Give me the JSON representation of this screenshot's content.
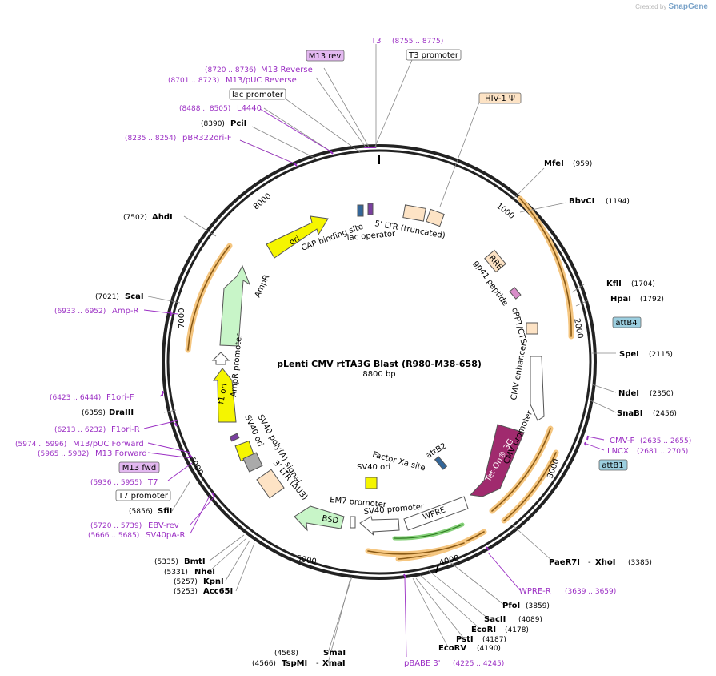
{
  "credit": {
    "prefix": "Created by",
    "brand": "SnapGene"
  },
  "plasmid": {
    "name": "pLenti CMV rtTA3G Blast (R980-M38-658)",
    "size": "8800 bp"
  },
  "ticks": [
    "1000",
    "2000",
    "3000",
    "4000",
    "5000",
    "6000",
    "7000",
    "8000"
  ],
  "colors": {
    "primer": "#9b2fc4",
    "ring": "#333333",
    "highlight": "#f5c680"
  },
  "sites_right": [
    {
      "name": "MfeI",
      "pos": "(959)"
    },
    {
      "name": "BbvCI",
      "pos": "(1194)"
    },
    {
      "name": "KflI",
      "pos": "(1704)"
    },
    {
      "name": "HpaI",
      "pos": "(1792)"
    },
    {
      "name": "SpeI",
      "pos": "(2115)"
    },
    {
      "name": "NdeI",
      "pos": "(2350)"
    },
    {
      "name": "SnaBI",
      "pos": "(2456)"
    },
    {
      "name": "PaeR7I",
      "sep": "-",
      "name2": "XhoI",
      "pos": "(3385)"
    }
  ],
  "sites_bottom": [
    {
      "name": "PfoI",
      "pos": "(3859)"
    },
    {
      "name": "SacII",
      "pos": "(4089)"
    },
    {
      "name": "EcoRI",
      "pos": "(4178)"
    },
    {
      "name": "PstI",
      "pos": "(4187)"
    },
    {
      "name": "EcoRV",
      "pos": "(4190)"
    },
    {
      "name": "SmaI",
      "pos": "(4568)"
    },
    {
      "name": "TspMI",
      "sep": "-",
      "name2": "XmaI",
      "pos": "(4566)"
    }
  ],
  "sites_left": [
    {
      "name": "PciI",
      "pos": "(8390)"
    },
    {
      "name": "AhdI",
      "pos": "(7502)"
    },
    {
      "name": "ScaI",
      "pos": "(7021)"
    },
    {
      "name": "DraIII",
      "pos": "(6359)"
    },
    {
      "name": "SfiI",
      "pos": "(5856)"
    },
    {
      "name": "BmtI",
      "pos": "(5335)"
    },
    {
      "name": "NheI",
      "pos": "(5331)"
    },
    {
      "name": "KpnI",
      "pos": "(5257)"
    },
    {
      "name": "Acc65I",
      "pos": "(5253)"
    }
  ],
  "primers": [
    {
      "name": "T3",
      "range": "(8755 .. 8775)"
    },
    {
      "name": "M13 Reverse",
      "range": "(8720 .. 8736)"
    },
    {
      "name": "M13/pUC Reverse",
      "range": "(8701 .. 8723)"
    },
    {
      "name": "L4440",
      "range": "(8488 .. 8505)"
    },
    {
      "name": "pBR322ori-F",
      "range": "(8235 .. 8254)"
    },
    {
      "name": "Amp-R",
      "range": "(6933 .. 6952)"
    },
    {
      "name": "F1ori-F",
      "range": "(6423 .. 6444)"
    },
    {
      "name": "F1ori-R",
      "range": "(6213 .. 6232)"
    },
    {
      "name": "M13/pUC Forward",
      "range": "(5974 .. 5996)"
    },
    {
      "name": "M13 Forward",
      "range": "(5965 .. 5982)"
    },
    {
      "name": "T7",
      "range": "(5936 .. 5955)"
    },
    {
      "name": "EBV-rev",
      "range": "(5720 .. 5739)"
    },
    {
      "name": "SV40pA-R",
      "range": "(5666 .. 5685)"
    },
    {
      "name": "CMV-F",
      "range": "(2635 .. 2655)"
    },
    {
      "name": "LNCX",
      "range": "(2681 .. 2705)"
    },
    {
      "name": "WPRE-R",
      "range": "(3639 .. 3659)"
    },
    {
      "name": "pBABE 3'",
      "range": "(4225 .. 4245)"
    }
  ],
  "boxed": {
    "m13_rev": "M13 rev",
    "t3_promoter": "T3 promoter",
    "lac_promoter": "lac promoter",
    "hiv1_psi": "HIV-1 Ψ",
    "attb4": "attB4",
    "attb1": "attB1",
    "m13_fwd": "M13 fwd",
    "t7_promoter": "T7 promoter"
  },
  "features": {
    "cap_site": "CAP binding site",
    "lac_operator": "lac operator",
    "ltr5": "5' LTR (truncated)",
    "rre": "RRE",
    "gp41": "gp41 peptide",
    "cppt": "cPPT/CTS",
    "cmv_enhancer": "CMV enhancer",
    "cmv_promoter": "CMV promoter",
    "teton": "Tet-On® 3G",
    "wpre": "WPRE",
    "sv40_promoter": "SV40 promoter",
    "em7": "EM7 promoter",
    "bsd": "BSD",
    "sv40_ori_inner": "SV40 ori",
    "factor_xa": "Factor Xa site",
    "attb2": "attB2",
    "ltr3": "3' LTR (ΔU3)",
    "sv40_polya": "SV40 poly(A) signal",
    "sv40_ori": "SV40 ori",
    "f1_ori": "f1 ori",
    "ampr_promoter": "AmpR promoter",
    "ampr": "AmpR",
    "ori": "ori"
  }
}
